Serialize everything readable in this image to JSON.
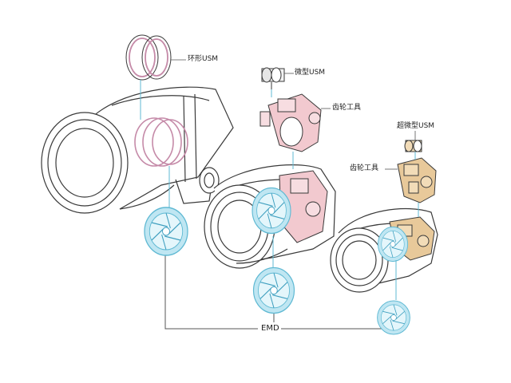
{
  "labels": {
    "ring_usm": "环形USM",
    "micro_usm": "微型USM",
    "gear_unit_1": "齿轮工具",
    "super_micro_usm": "超微型USM",
    "gear_unit_2": "齿轮工具",
    "emd": "EMD"
  },
  "colors": {
    "outline": "#3a3a3a",
    "ring": "#c58aa8",
    "emd": "#5fb9d3",
    "emd_fill": "#bfe6f2",
    "gear_pink": "#f2c9cf",
    "gear_tan": "#e8c99a",
    "leader": "#555555"
  }
}
